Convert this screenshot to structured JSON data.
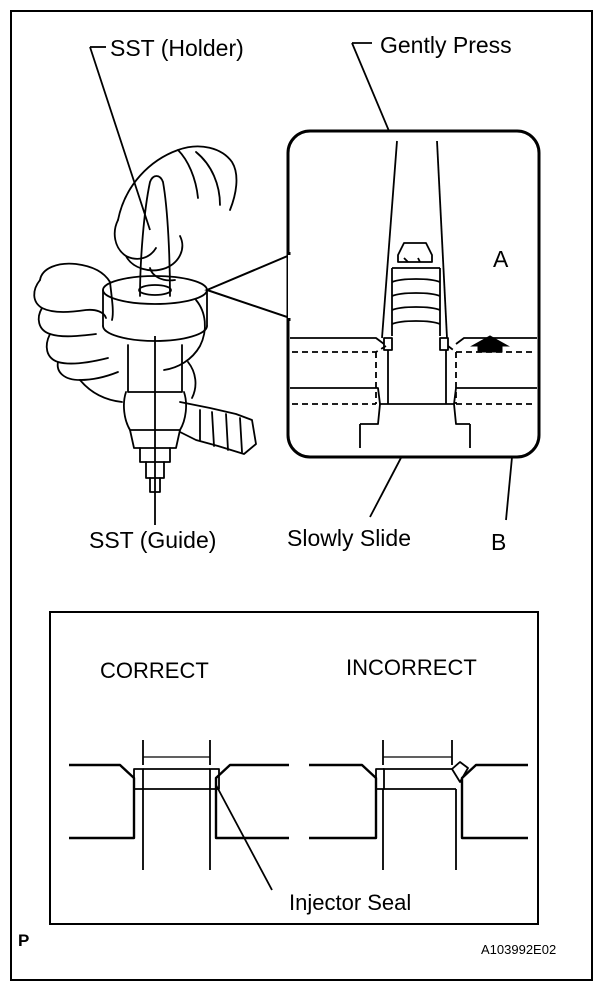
{
  "labels": {
    "sst_holder": "SST (Holder)",
    "gently_press": "Gently Press",
    "label_a": "A",
    "label_b": "B",
    "sst_guide": "SST (Guide)",
    "slowly_slide": "Slowly Slide",
    "correct": "CORRECT",
    "incorrect": "INCORRECT",
    "injector_seal": "Injector Seal",
    "page_marker": "P",
    "figure_id": "A103992E02"
  }
}
